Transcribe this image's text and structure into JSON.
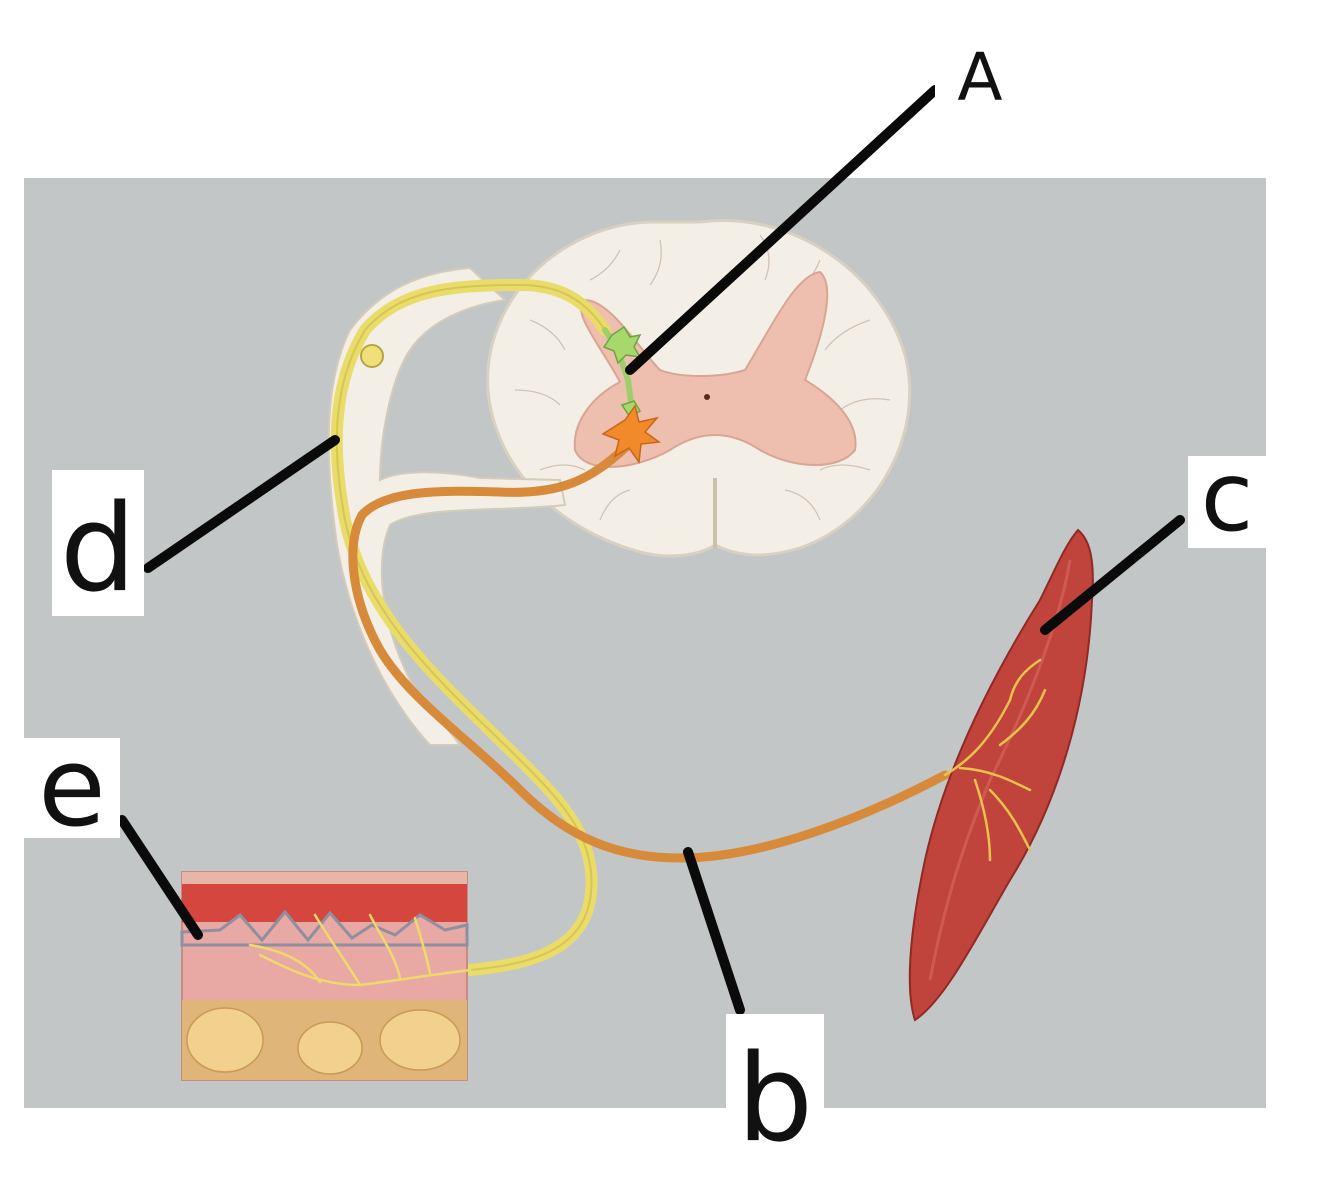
{
  "labels": {
    "a": "A",
    "b": "b",
    "c": "c",
    "d": "d",
    "e": "e"
  },
  "colors": {
    "background_board": "#c3c6c7",
    "page": "#ffffff",
    "spinal_white_matter": "#f4efe6",
    "spinal_gray_matter": "#eebfaf",
    "sensory_neuron": "#e9dc6a",
    "motor_neuron": "#d78a3a",
    "interneuron": "#9fcf6a",
    "muscle": "#c0433c",
    "skin_epidermis": "#d5463f",
    "skin_dermis": "#e8a9a4",
    "subcutaneous_fat": "#e0b57a",
    "pointer_line": "#0a0a0a"
  },
  "icons": {
    "spinal_cord": "spinal-cord-cross-section",
    "muscle": "skeletal-muscle",
    "skin": "skin-block",
    "neuron": "neuron-cell-body"
  }
}
